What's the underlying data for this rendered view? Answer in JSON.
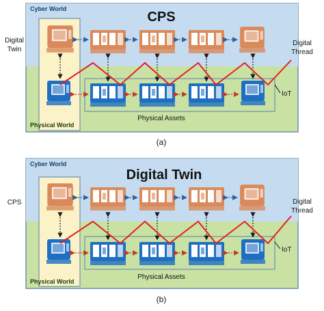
{
  "colors": {
    "cyber_bg": "#c5dcf0",
    "physical_bg": "#c9e2a4",
    "frame": "#6d8fae",
    "twin_panel": "#fbf2c8",
    "cyber_machine": "#d9895a",
    "physical_machine": "#1e6fc2",
    "thread": "#e02020",
    "arrow_blue": "#2f5e9e",
    "arrow_red": "#c0392b"
  },
  "panels": [
    {
      "key": "a",
      "cyber_label": "Cyber World",
      "physical_label": "Physical World",
      "title": "CPS",
      "left_label_line1": "Digital",
      "left_label_line2": "Twin",
      "thread_label_line1": "Digital",
      "thread_label_line2": "Thread",
      "iot_label": "IoT",
      "assets_label": "Physical Assets",
      "caption": "(a)"
    },
    {
      "key": "b",
      "cyber_label": "Cyber World",
      "physical_label": "Physical World",
      "title": "Digital Twin",
      "left_label_line1": "CPS",
      "left_label_line2": "",
      "thread_label_line1": "Digital",
      "thread_label_line2": "Thread",
      "iot_label": "IoT",
      "assets_label": "Physical Assets",
      "caption": "(b)"
    }
  ],
  "icons": [
    "cnc-machine-icon"
  ]
}
